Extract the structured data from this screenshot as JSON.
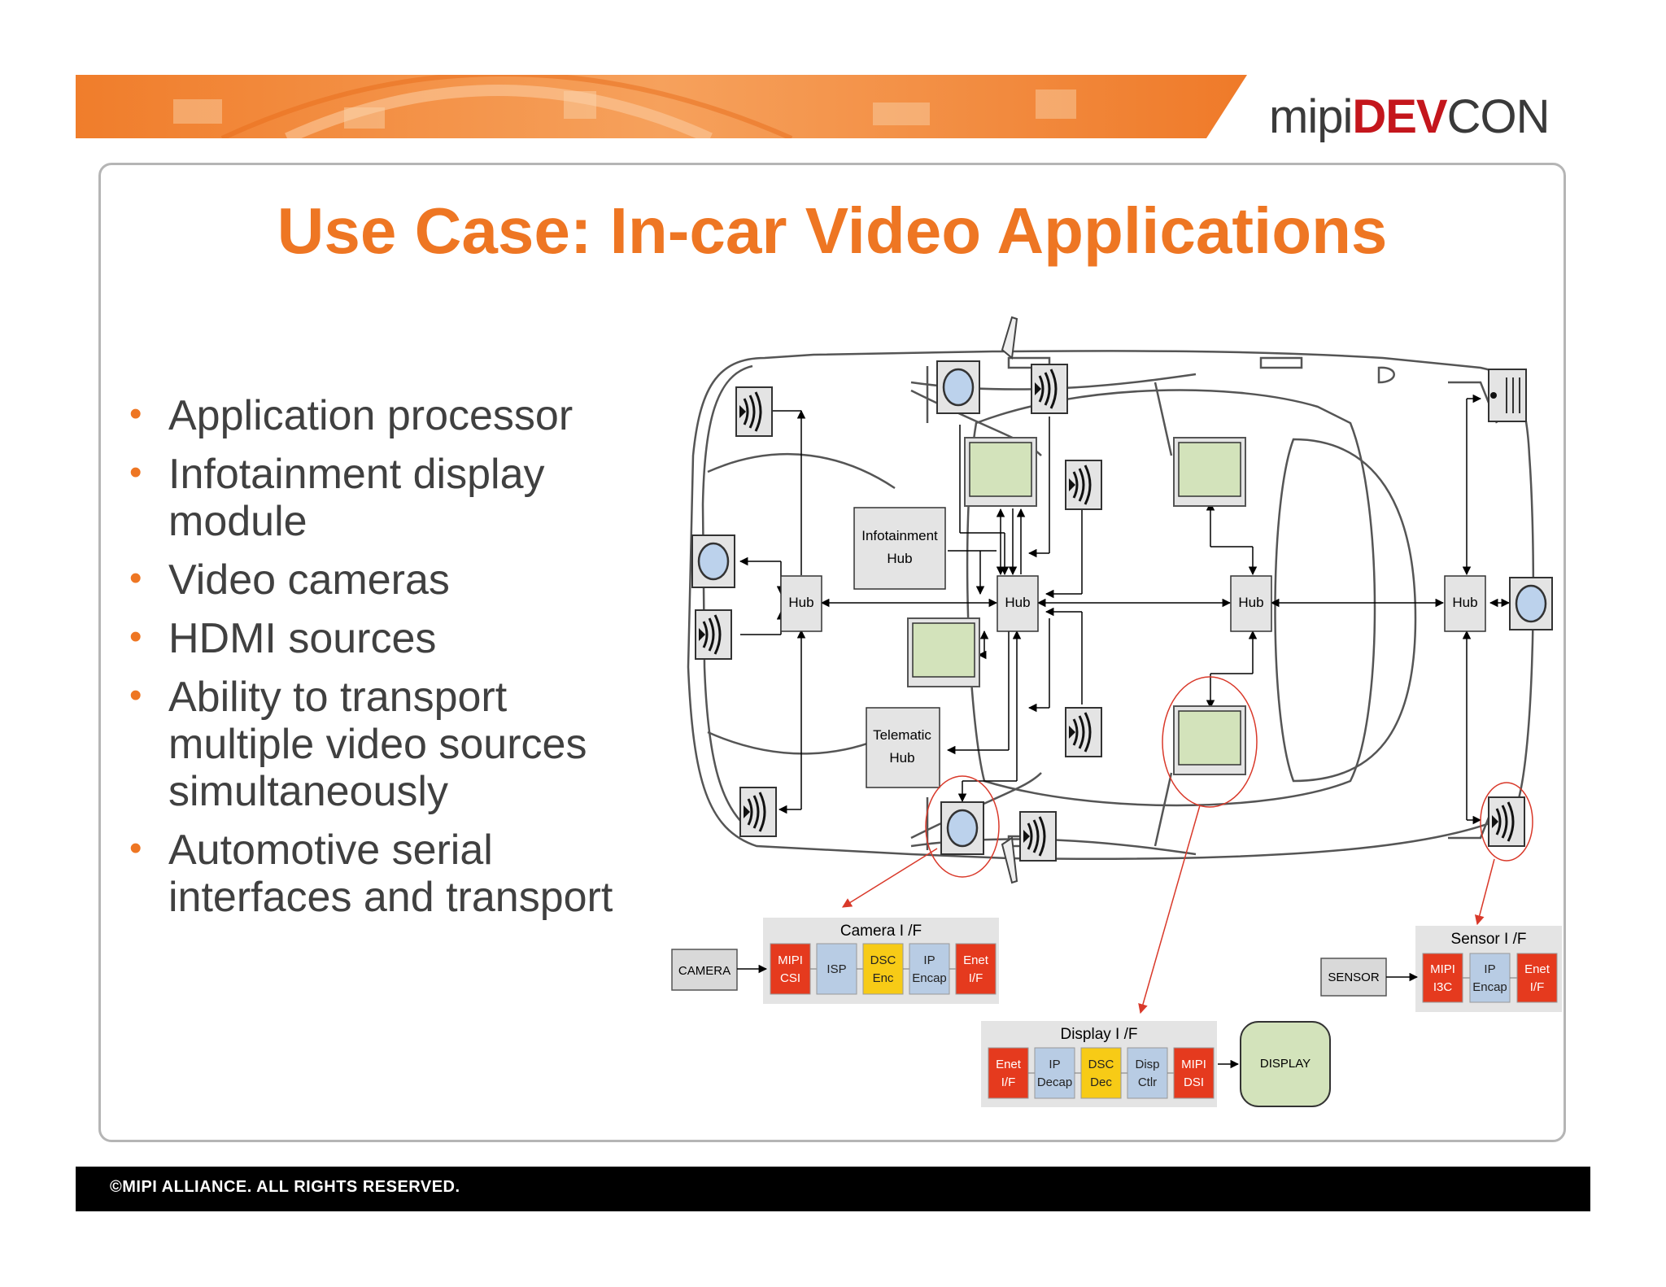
{
  "header": {
    "logo": {
      "mipi": "mipi",
      "dev": "DEV",
      "con": "CON"
    }
  },
  "title": "Use Case: In-car Video Applications",
  "bullets": [
    "Application processor",
    "Infotainment display module",
    "Video cameras",
    "HDMI sources",
    "Ability to transport multiple video sources simultaneously",
    "Automotive serial interfaces and transport"
  ],
  "diagram": {
    "hubs": [
      "Hub",
      "Hub",
      "Hub",
      "Hub"
    ],
    "infotainment_hub": [
      "Infotainment",
      "Hub"
    ],
    "telematic_hub": [
      "Telematic",
      "Hub"
    ],
    "camera_if": {
      "title": "Camera I /F",
      "source": "CAMERA",
      "blocks": [
        {
          "l1": "MIPI",
          "l2": "CSI",
          "color": "#e53a1e"
        },
        {
          "l1": "ISP",
          "l2": "",
          "color": "#b8cce4"
        },
        {
          "l1": "DSC",
          "l2": "Enc",
          "color": "#f7cb16"
        },
        {
          "l1": "IP",
          "l2": "Encap",
          "color": "#b8cce4"
        },
        {
          "l1": "Enet",
          "l2": "I/F",
          "color": "#e53a1e"
        }
      ]
    },
    "display_if": {
      "title": "Display I /F",
      "sink": "DISPLAY",
      "blocks": [
        {
          "l1": "Enet",
          "l2": "I/F",
          "color": "#e53a1e"
        },
        {
          "l1": "IP",
          "l2": "Decap",
          "color": "#b8cce4"
        },
        {
          "l1": "DSC",
          "l2": "Dec",
          "color": "#f7cb16"
        },
        {
          "l1": "Disp",
          "l2": "Ctlr",
          "color": "#b8cce4"
        },
        {
          "l1": "MIPI",
          "l2": "DSI",
          "color": "#e53a1e"
        }
      ]
    },
    "sensor_if": {
      "title": "Sensor I /F",
      "source": "SENSOR",
      "blocks": [
        {
          "l1": "MIPI",
          "l2": "I3C",
          "color": "#e53a1e"
        },
        {
          "l1": "IP",
          "l2": "Encap",
          "color": "#b8cce4"
        },
        {
          "l1": "Enet",
          "l2": "I/F",
          "color": "#e53a1e"
        }
      ]
    }
  },
  "footer": "©MIPI ALLIANCE. ALL RIGHTS RESERVED."
}
